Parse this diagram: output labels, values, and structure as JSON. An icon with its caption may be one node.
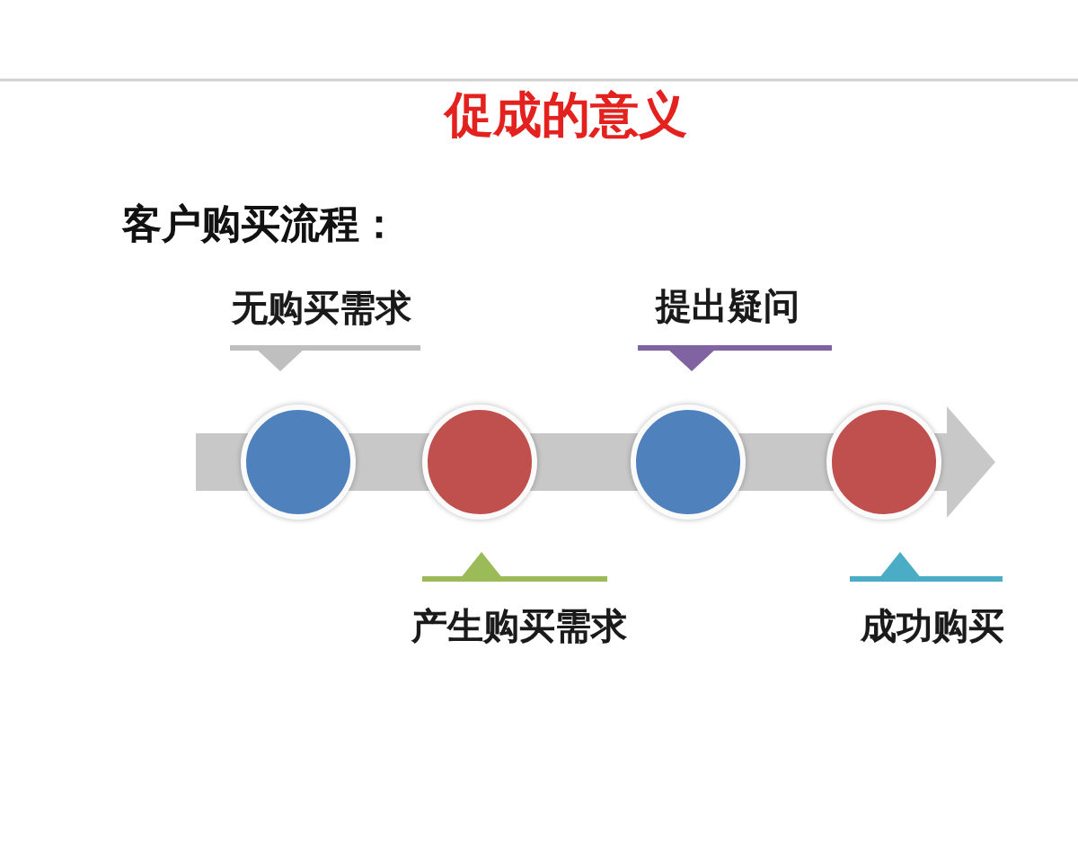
{
  "diagram": {
    "title": "促成的意义",
    "nodes": [
      {
        "text": [],
        "shape": "circle",
        "beside": [
          "无购买需求"
        ]
      },
      {
        "text": [],
        "shape": "circle",
        "beside": [
          "产生购买需求"
        ]
      },
      {
        "text": [],
        "shape": "circle",
        "beside": [
          "提出疑问"
        ]
      },
      {
        "text": [],
        "shape": "circle",
        "beside": [
          "成功购买"
        ]
      }
    ],
    "edges": [
      {
        "from": null,
        "to": 0,
        "arrow": "none"
      },
      {
        "from": 0,
        "to": 1,
        "arrow": "none"
      },
      {
        "from": 1,
        "to": 2,
        "arrow": "none"
      },
      {
        "from": 2,
        "to": 3,
        "arrow": "none"
      },
      {
        "from": 3,
        "to": null,
        "arrow": "to"
      }
    ],
    "labels": [
      "客户购买流程："
    ]
  }
}
